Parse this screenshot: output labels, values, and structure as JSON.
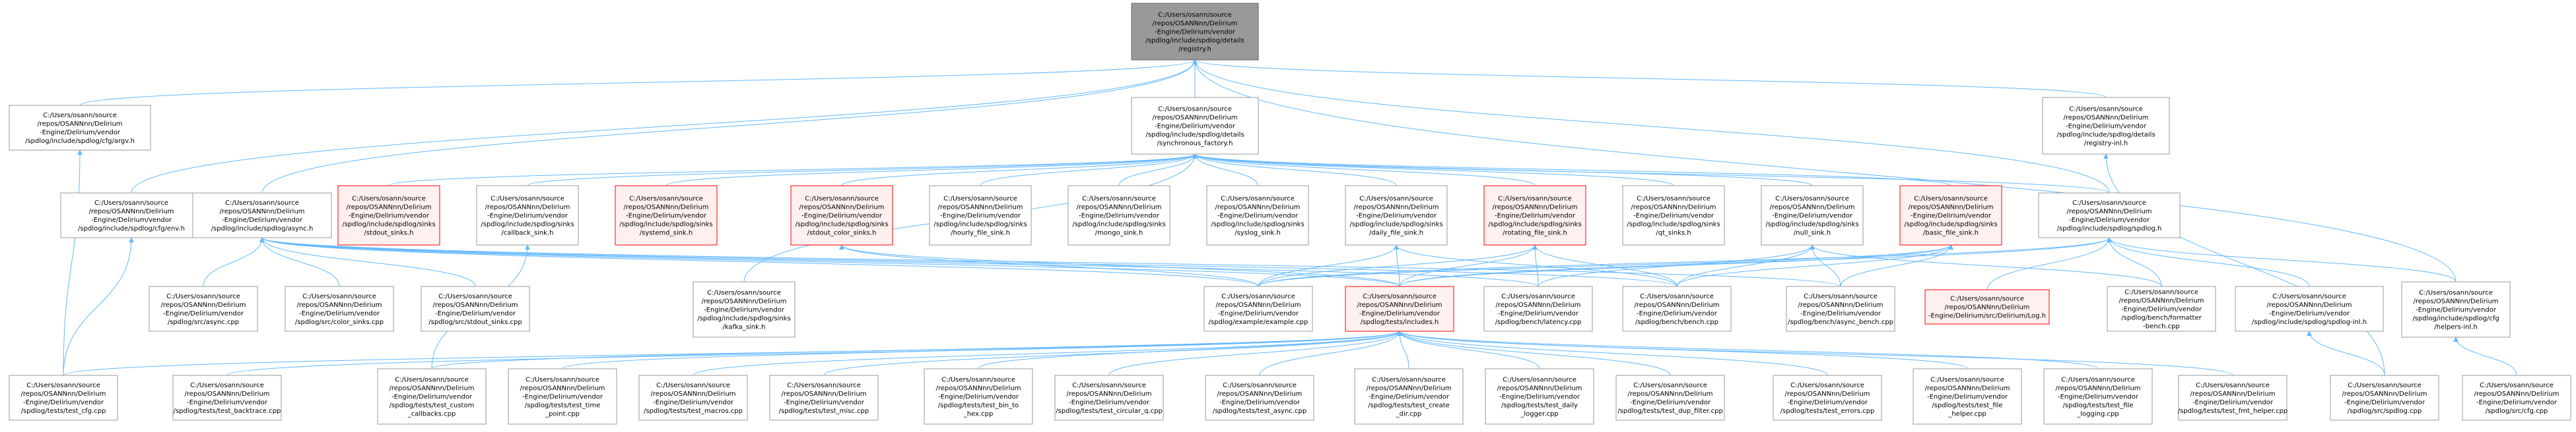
{
  "graph": {
    "colors": {
      "focus_fill": "#999999",
      "focus_stroke": "#666666",
      "node_fill": "#ffffff",
      "node_stroke": "#999999",
      "missing_fill": "#fff0f0",
      "missing_stroke": "#ff0000",
      "edge": "#63b8ff",
      "text": "#000000"
    },
    "nodes": [
      {
        "id": "registry_h",
        "lines": [
          "C:/Users/osann/source",
          "/repos/OSANNnn/Delirium",
          "-Engine/Delirium/vendor",
          "/spdlog/include/spdlog/details",
          "/registry.h"
        ],
        "kind": "focus"
      },
      {
        "id": "argv_h",
        "lines": [
          "C:/Users/osann/source",
          "/repos/OSANNnn/Delirium",
          "-Engine/Delirium/vendor",
          "/spdlog/include/spdlog/cfg/argv.h"
        ],
        "kind": "normal"
      },
      {
        "id": "sync_factory_h",
        "lines": [
          "C:/Users/osann/source",
          "/repos/OSANNnn/Delirium",
          "-Engine/Delirium/vendor",
          "/spdlog/include/spdlog/details",
          "/synchronous_factory.h"
        ],
        "kind": "normal"
      },
      {
        "id": "registry_inl_h",
        "lines": [
          "C:/Users/osann/source",
          "/repos/OSANNnn/Delirium",
          "-Engine/Delirium/vendor",
          "/spdlog/include/spdlog/details",
          "/registry-inl.h"
        ],
        "kind": "normal"
      },
      {
        "id": "env_h",
        "lines": [
          "C:/Users/osann/source",
          "/repos/OSANNnn/Delirium",
          "-Engine/Delirium/vendor",
          "/spdlog/include/spdlog/cfg/env.h"
        ],
        "kind": "normal"
      },
      {
        "id": "async_h",
        "lines": [
          "C:/Users/osann/source",
          "/repos/OSANNnn/Delirium",
          "-Engine/Delirium/vendor",
          "/spdlog/include/spdlog/async.h"
        ],
        "kind": "normal"
      },
      {
        "id": "stdout_sinks_h",
        "lines": [
          "C:/Users/osann/source",
          "/repos/OSANNnn/Delirium",
          "-Engine/Delirium/vendor",
          "/spdlog/include/spdlog/sinks",
          "/stdout_sinks.h"
        ],
        "kind": "missing"
      },
      {
        "id": "callback_sink_h",
        "lines": [
          "C:/Users/osann/source",
          "/repos/OSANNnn/Delirium",
          "-Engine/Delirium/vendor",
          "/spdlog/include/spdlog/sinks",
          "/callback_sink.h"
        ],
        "kind": "normal"
      },
      {
        "id": "systemd_sink_h",
        "lines": [
          "C:/Users/osann/source",
          "/repos/OSANNnn/Delirium",
          "-Engine/Delirium/vendor",
          "/spdlog/include/spdlog/sinks",
          "/systemd_sink.h"
        ],
        "kind": "missing"
      },
      {
        "id": "stdout_color_sinks_h",
        "lines": [
          "C:/Users/osann/source",
          "/repos/OSANNnn/Delirium",
          "-Engine/Delirium/vendor",
          "/spdlog/include/spdlog/sinks",
          "/stdout_color_sinks.h"
        ],
        "kind": "missing"
      },
      {
        "id": "hourly_file_sink_h",
        "lines": [
          "C:/Users/osann/source",
          "/repos/OSANNnn/Delirium",
          "-Engine/Delirium/vendor",
          "/spdlog/include/spdlog/sinks",
          "/hourly_file_sink.h"
        ],
        "kind": "normal"
      },
      {
        "id": "mongo_sink_h",
        "lines": [
          "C:/Users/osann/source",
          "/repos/OSANNnn/Delirium",
          "-Engine/Delirium/vendor",
          "/spdlog/include/spdlog/sinks",
          "/mongo_sink.h"
        ],
        "kind": "normal"
      },
      {
        "id": "syslog_sink_h",
        "lines": [
          "C:/Users/osann/source",
          "/repos/OSANNnn/Delirium",
          "-Engine/Delirium/vendor",
          "/spdlog/include/spdlog/sinks",
          "/syslog_sink.h"
        ],
        "kind": "normal"
      },
      {
        "id": "daily_file_sink_h",
        "lines": [
          "C:/Users/osann/source",
          "/repos/OSANNnn/Delirium",
          "-Engine/Delirium/vendor",
          "/spdlog/include/spdlog/sinks",
          "/daily_file_sink.h"
        ],
        "kind": "normal"
      },
      {
        "id": "rotating_file_sink_h",
        "lines": [
          "C:/Users/osann/source",
          "/repos/OSANNnn/Delirium",
          "-Engine/Delirium/vendor",
          "/spdlog/include/spdlog/sinks",
          "/rotating_file_sink.h"
        ],
        "kind": "missing"
      },
      {
        "id": "qt_sinks_h",
        "lines": [
          "C:/Users/osann/source",
          "/repos/OSANNnn/Delirium",
          "-Engine/Delirium/vendor",
          "/spdlog/include/spdlog/sinks",
          "/qt_sinks.h"
        ],
        "kind": "normal"
      },
      {
        "id": "null_sink_h",
        "lines": [
          "C:/Users/osann/source",
          "/repos/OSANNnn/Delirium",
          "-Engine/Delirium/vendor",
          "/spdlog/include/spdlog/sinks",
          "/null_sink.h"
        ],
        "kind": "normal"
      },
      {
        "id": "basic_file_sink_h",
        "lines": [
          "C:/Users/osann/source",
          "/repos/OSANNnn/Delirium",
          "-Engine/Delirium/vendor",
          "/spdlog/include/spdlog/sinks",
          "/basic_file_sink.h"
        ],
        "kind": "missing"
      },
      {
        "id": "spdlog_h",
        "lines": [
          "C:/Users/osann/source",
          "/repos/OSANNnn/Delirium",
          "-Engine/Delirium/vendor",
          "/spdlog/include/spdlog/spdlog.h"
        ],
        "kind": "normal"
      },
      {
        "id": "async_cpp",
        "lines": [
          "C:/Users/osann/source",
          "/repos/OSANNnn/Delirium",
          "-Engine/Delirium/vendor",
          "/spdlog/src/async.cpp"
        ],
        "kind": "normal"
      },
      {
        "id": "color_sinks_cpp",
        "lines": [
          "C:/Users/osann/source",
          "/repos/OSANNnn/Delirium",
          "-Engine/Delirium/vendor",
          "/spdlog/src/color_sinks.cpp"
        ],
        "kind": "normal"
      },
      {
        "id": "stdout_sinks_cpp",
        "lines": [
          "C:/Users/osann/source",
          "/repos/OSANNnn/Delirium",
          "-Engine/Delirium/vendor",
          "/spdlog/src/stdout_sinks.cpp"
        ],
        "kind": "normal"
      },
      {
        "id": "kafka_sink_h",
        "lines": [
          "C:/Users/osann/source",
          "/repos/OSANNnn/Delirium",
          "-Engine/Delirium/vendor",
          "/spdlog/include/spdlog/sinks",
          "/kafka_sink.h"
        ],
        "kind": "normal"
      },
      {
        "id": "example_cpp",
        "lines": [
          "C:/Users/osann/source",
          "/repos/OSANNnn/Delirium",
          "-Engine/Delirium/vendor",
          "/spdlog/example/example.cpp"
        ],
        "kind": "normal"
      },
      {
        "id": "includes_h",
        "lines": [
          "C:/Users/osann/source",
          "/repos/OSANNnn/Delirium",
          "-Engine/Delirium/vendor",
          "/spdlog/tests/includes.h"
        ],
        "kind": "missing"
      },
      {
        "id": "latency_cpp",
        "lines": [
          "C:/Users/osann/source",
          "/repos/OSANNnn/Delirium",
          "-Engine/Delirium/vendor",
          "/spdlog/bench/latency.cpp"
        ],
        "kind": "normal"
      },
      {
        "id": "bench_cpp",
        "lines": [
          "C:/Users/osann/source",
          "/repos/OSANNnn/Delirium",
          "-Engine/Delirium/vendor",
          "/spdlog/bench/bench.cpp"
        ],
        "kind": "normal"
      },
      {
        "id": "async_bench_cpp",
        "lines": [
          "C:/Users/osann/source",
          "/repos/OSANNnn/Delirium",
          "-Engine/Delirium/vendor",
          "/spdlog/bench/async_bench.cpp"
        ],
        "kind": "normal"
      },
      {
        "id": "log_h",
        "lines": [
          "C:/Users/osann/source",
          "/repos/OSANNnn/Delirium",
          "-Engine/Delirium/src/Delirium/Log.h"
        ],
        "kind": "missing"
      },
      {
        "id": "formatter_bench_cpp",
        "lines": [
          "C:/Users/osann/source",
          "/repos/OSANNnn/Delirium",
          "-Engine/Delirium/vendor",
          "/spdlog/bench/formatter",
          "-bench.cpp"
        ],
        "kind": "normal"
      },
      {
        "id": "spdlog_inl_h",
        "lines": [
          "C:/Users/osann/source",
          "/repos/OSANNnn/Delirium",
          "-Engine/Delirium/vendor",
          "/spdlog/include/spdlog/spdlog-inl.h"
        ],
        "kind": "normal"
      },
      {
        "id": "helpers_inl_h",
        "lines": [
          "C:/Users/osann/source",
          "/repos/OSANNnn/Delirium",
          "-Engine/Delirium/vendor",
          "/spdlog/include/spdlog/cfg",
          "/helpers-inl.h"
        ],
        "kind": "normal"
      },
      {
        "id": "test_cfg_cpp",
        "lines": [
          "C:/Users/osann/source",
          "/repos/OSANNnn/Delirium",
          "-Engine/Delirium/vendor",
          "/spdlog/tests/test_cfg.cpp"
        ],
        "kind": "normal"
      },
      {
        "id": "test_backtrace_cpp",
        "lines": [
          "C:/Users/osann/source",
          "/repos/OSANNnn/Delirium",
          "-Engine/Delirium/vendor",
          "/spdlog/tests/test_backtrace.cpp"
        ],
        "kind": "normal"
      },
      {
        "id": "test_custom_callbacks_cpp",
        "lines": [
          "C:/Users/osann/source",
          "/repos/OSANNnn/Delirium",
          "-Engine/Delirium/vendor",
          "/spdlog/tests/test_custom",
          "_callbacks.cpp"
        ],
        "kind": "normal"
      },
      {
        "id": "test_time_point_cpp",
        "lines": [
          "C:/Users/osann/source",
          "/repos/OSANNnn/Delirium",
          "-Engine/Delirium/vendor",
          "/spdlog/tests/test_time",
          "_point.cpp"
        ],
        "kind": "normal"
      },
      {
        "id": "test_macros_cpp",
        "lines": [
          "C:/Users/osann/source",
          "/repos/OSANNnn/Delirium",
          "-Engine/Delirium/vendor",
          "/spdlog/tests/test_macros.cpp"
        ],
        "kind": "normal"
      },
      {
        "id": "test_misc_cpp",
        "lines": [
          "C:/Users/osann/source",
          "/repos/OSANNnn/Delirium",
          "-Engine/Delirium/vendor",
          "/spdlog/tests/test_misc.cpp"
        ],
        "kind": "normal"
      },
      {
        "id": "test_bin_to_hex_cpp",
        "lines": [
          "C:/Users/osann/source",
          "/repos/OSANNnn/Delirium",
          "-Engine/Delirium/vendor",
          "/spdlog/tests/test_bin_to",
          "_hex.cpp"
        ],
        "kind": "normal"
      },
      {
        "id": "test_circular_q_cpp",
        "lines": [
          "C:/Users/osann/source",
          "/repos/OSANNnn/Delirium",
          "-Engine/Delirium/vendor",
          "/spdlog/tests/test_circular_q.cpp"
        ],
        "kind": "normal"
      },
      {
        "id": "test_async_cpp",
        "lines": [
          "C:/Users/osann/source",
          "/repos/OSANNnn/Delirium",
          "-Engine/Delirium/vendor",
          "/spdlog/tests/test_async.cpp"
        ],
        "kind": "normal"
      },
      {
        "id": "test_create_dir_cpp",
        "lines": [
          "C:/Users/osann/source",
          "/repos/OSANNnn/Delirium",
          "-Engine/Delirium/vendor",
          "/spdlog/tests/test_create",
          "_dir.cpp"
        ],
        "kind": "normal"
      },
      {
        "id": "test_daily_logger_cpp",
        "lines": [
          "C:/Users/osann/source",
          "/repos/OSANNnn/Delirium",
          "-Engine/Delirium/vendor",
          "/spdlog/tests/test_daily",
          "_logger.cpp"
        ],
        "kind": "normal"
      },
      {
        "id": "test_dup_filter_cpp",
        "lines": [
          "C:/Users/osann/source",
          "/repos/OSANNnn/Delirium",
          "-Engine/Delirium/vendor",
          "/spdlog/tests/test_dup_filter.cpp"
        ],
        "kind": "normal"
      },
      {
        "id": "test_errors_cpp",
        "lines": [
          "C:/Users/osann/source",
          "/repos/OSANNnn/Delirium",
          "-Engine/Delirium/vendor",
          "/spdlog/tests/test_errors.cpp"
        ],
        "kind": "normal"
      },
      {
        "id": "test_file_helper_cpp",
        "lines": [
          "C:/Users/osann/source",
          "/repos/OSANNnn/Delirium",
          "-Engine/Delirium/vendor",
          "/spdlog/tests/test_file",
          "_helper.cpp"
        ],
        "kind": "normal"
      },
      {
        "id": "test_file_logging_cpp",
        "lines": [
          "C:/Users/osann/source",
          "/repos/OSANNnn/Delirium",
          "-Engine/Delirium/vendor",
          "/spdlog/tests/test_file",
          "_logging.cpp"
        ],
        "kind": "normal"
      },
      {
        "id": "test_fmt_helper_cpp",
        "lines": [
          "C:/Users/osann/source",
          "/repos/OSANNnn/Delirium",
          "-Engine/Delirium/vendor",
          "/spdlog/tests/test_fmt_helper.cpp"
        ],
        "kind": "normal"
      },
      {
        "id": "spdlog_cpp",
        "lines": [
          "C:/Users/osann/source",
          "/repos/OSANNnn/Delirium",
          "-Engine/Delirium/vendor",
          "/spdlog/src/spdlog.cpp"
        ],
        "kind": "normal"
      },
      {
        "id": "cfg_cpp",
        "lines": [
          "C:/Users/osann/source",
          "/repos/OSANNnn/Delirium",
          "-Engine/Delirium/vendor",
          "/spdlog/src/cfg.cpp"
        ],
        "kind": "normal"
      }
    ],
    "edges": [
      [
        "argv_h",
        "registry_h"
      ],
      [
        "sync_factory_h",
        "registry_h"
      ],
      [
        "registry_inl_h",
        "registry_h"
      ],
      [
        "env_h",
        "registry_h"
      ],
      [
        "async_h",
        "registry_h"
      ],
      [
        "spdlog_h",
        "registry_h"
      ],
      [
        "helpers_inl_h",
        "registry_h"
      ],
      [
        "stdout_sinks_h",
        "sync_factory_h"
      ],
      [
        "callback_sink_h",
        "sync_factory_h"
      ],
      [
        "systemd_sink_h",
        "sync_factory_h"
      ],
      [
        "stdout_color_sinks_h",
        "sync_factory_h"
      ],
      [
        "hourly_file_sink_h",
        "sync_factory_h"
      ],
      [
        "mongo_sink_h",
        "sync_factory_h"
      ],
      [
        "syslog_sink_h",
        "sync_factory_h"
      ],
      [
        "daily_file_sink_h",
        "sync_factory_h"
      ],
      [
        "rotating_file_sink_h",
        "sync_factory_h"
      ],
      [
        "qt_sinks_h",
        "sync_factory_h"
      ],
      [
        "null_sink_h",
        "sync_factory_h"
      ],
      [
        "basic_file_sink_h",
        "sync_factory_h"
      ],
      [
        "spdlog_h",
        "sync_factory_h"
      ],
      [
        "kafka_sink_h",
        "sync_factory_h"
      ],
      [
        "spdlog_cpp",
        "registry_inl_h"
      ],
      [
        "test_cfg_cpp",
        "argv_h"
      ],
      [
        "test_cfg_cpp",
        "env_h"
      ],
      [
        "async_cpp",
        "async_h"
      ],
      [
        "color_sinks_cpp",
        "async_h"
      ],
      [
        "stdout_sinks_cpp",
        "async_h"
      ],
      [
        "example_cpp",
        "async_h"
      ],
      [
        "includes_h",
        "async_h"
      ],
      [
        "latency_cpp",
        "async_h"
      ],
      [
        "bench_cpp",
        "async_h"
      ],
      [
        "async_bench_cpp",
        "async_h"
      ],
      [
        "test_custom_callbacks_cpp",
        "callback_sink_h"
      ],
      [
        "example_cpp",
        "stdout_color_sinks_h"
      ],
      [
        "includes_h",
        "stdout_color_sinks_h"
      ],
      [
        "example_cpp",
        "daily_file_sink_h"
      ],
      [
        "includes_h",
        "daily_file_sink_h"
      ],
      [
        "bench_cpp",
        "daily_file_sink_h"
      ],
      [
        "example_cpp",
        "rotating_file_sink_h"
      ],
      [
        "includes_h",
        "rotating_file_sink_h"
      ],
      [
        "bench_cpp",
        "rotating_file_sink_h"
      ],
      [
        "latency_cpp",
        "rotating_file_sink_h"
      ],
      [
        "bench_cpp",
        "null_sink_h"
      ],
      [
        "latency_cpp",
        "null_sink_h"
      ],
      [
        "async_bench_cpp",
        "null_sink_h"
      ],
      [
        "formatter_bench_cpp",
        "null_sink_h"
      ],
      [
        "example_cpp",
        "basic_file_sink_h"
      ],
      [
        "includes_h",
        "basic_file_sink_h"
      ],
      [
        "bench_cpp",
        "basic_file_sink_h"
      ],
      [
        "async_bench_cpp",
        "basic_file_sink_h"
      ],
      [
        "includes_h",
        "spdlog_h"
      ],
      [
        "log_h",
        "spdlog_h"
      ],
      [
        "formatter_bench_cpp",
        "spdlog_h"
      ],
      [
        "spdlog_inl_h",
        "spdlog_h"
      ],
      [
        "helpers_inl_h",
        "spdlog_h"
      ],
      [
        "example_cpp",
        "spdlog_h"
      ],
      [
        "spdlog_cpp",
        "spdlog_inl_h"
      ],
      [
        "cfg_cpp",
        "helpers_inl_h"
      ],
      [
        "test_cfg_cpp",
        "includes_h"
      ],
      [
        "test_backtrace_cpp",
        "includes_h"
      ],
      [
        "test_custom_callbacks_cpp",
        "includes_h"
      ],
      [
        "test_time_point_cpp",
        "includes_h"
      ],
      [
        "test_macros_cpp",
        "includes_h"
      ],
      [
        "test_misc_cpp",
        "includes_h"
      ],
      [
        "test_bin_to_hex_cpp",
        "includes_h"
      ],
      [
        "test_circular_q_cpp",
        "includes_h"
      ],
      [
        "test_async_cpp",
        "includes_h"
      ],
      [
        "test_create_dir_cpp",
        "includes_h"
      ],
      [
        "test_daily_logger_cpp",
        "includes_h"
      ],
      [
        "test_dup_filter_cpp",
        "includes_h"
      ],
      [
        "test_errors_cpp",
        "includes_h"
      ],
      [
        "test_file_helper_cpp",
        "includes_h"
      ],
      [
        "test_file_logging_cpp",
        "includes_h"
      ],
      [
        "test_fmt_helper_cpp",
        "includes_h"
      ]
    ]
  }
}
